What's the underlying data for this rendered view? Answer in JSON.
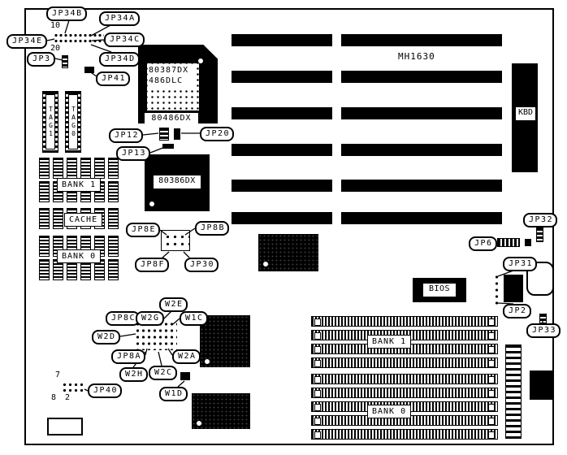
{
  "board": {
    "model": "MH1630"
  },
  "callouts": {
    "jp34b": "JP34B",
    "jp34a": "JP34A",
    "jp34e": "JP34E",
    "jp34c": "JP34C",
    "jp34d": "JP34D",
    "jp3": "JP3",
    "jp41": "JP41",
    "jp12": "JP12",
    "jp20": "JP20",
    "jp13": "JP13",
    "jp8e": "JP8E",
    "jp8b": "JP8B",
    "jp8f": "JP8F",
    "jp30": "JP30",
    "jp32": "JP32",
    "jp6": "JP6",
    "jp31": "JP31",
    "jp2": "JP2",
    "jp33": "JP33",
    "w2e": "W2E",
    "jp8c": "JP8C",
    "w2g": "W2G",
    "w1c": "W1C",
    "w2d": "W2D",
    "jp8a": "JP8A",
    "w2a": "W2A",
    "w2h": "W2H",
    "w2c": "W2C",
    "w1d": "W1D",
    "jp40": "JP40"
  },
  "chips": {
    "cpu_line1": "80387DX",
    "cpu_line2": "486DLC",
    "cpu_socket": "80486DX",
    "cpu2": "80386DX",
    "bios": "BIOS",
    "kbd": "KBD",
    "tag_left": "TAG1",
    "tag_right": "TAG0"
  },
  "memory": {
    "dip_bank1": "BANK 1",
    "cache": "CACHE",
    "dip_bank0": "BANK 0",
    "simm_bank1": "BANK 1",
    "simm_bank0": "BANK 0"
  },
  "pins": {
    "header10": "10",
    "header20": "20",
    "jp40_7": "7",
    "jp40_8": "8",
    "jp40_2": "2"
  }
}
